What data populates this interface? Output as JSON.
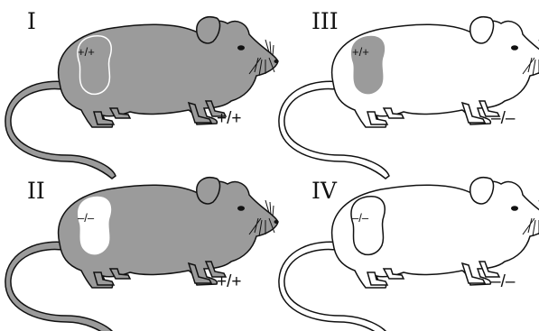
{
  "figure": {
    "panels": [
      {
        "id": "I",
        "numeral": "I",
        "mouse_genotype": "+/+",
        "patch_genotype": "+/+",
        "body_color": "#9b9b9b",
        "patch_fill": "#9b9b9b",
        "patch_stroke": "#ffffff"
      },
      {
        "id": "III",
        "numeral": "III",
        "mouse_genotype": "–/–",
        "patch_genotype": "+/+",
        "body_color": "#ffffff",
        "patch_fill": "#9b9b9b",
        "patch_stroke": "none"
      },
      {
        "id": "II",
        "numeral": "II",
        "mouse_genotype": "+/+",
        "patch_genotype": "–/–",
        "body_color": "#9b9b9b",
        "patch_fill": "#ffffff",
        "patch_stroke": "none"
      },
      {
        "id": "IV",
        "numeral": "IV",
        "mouse_genotype": "–/–",
        "patch_genotype": "–/–",
        "body_color": "#ffffff",
        "patch_fill": "#ffffff",
        "patch_stroke": "#111111"
      }
    ]
  }
}
